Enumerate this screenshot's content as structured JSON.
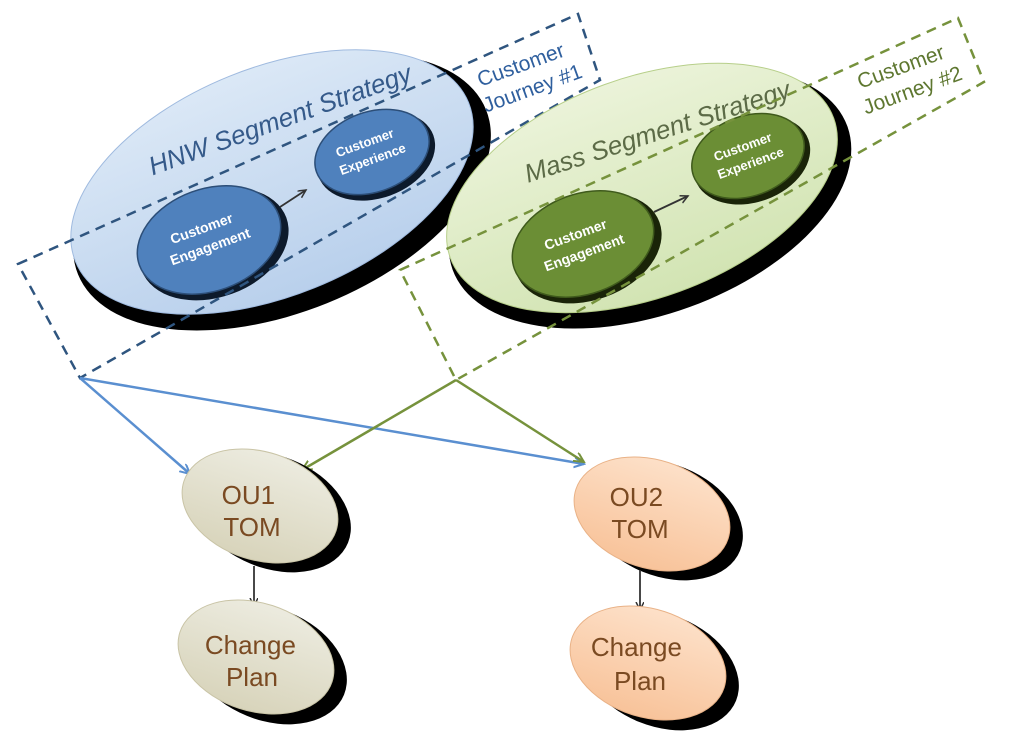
{
  "hnw": {
    "title": "HNW Segment Strategy",
    "engagement": [
      "Customer",
      "Engagement"
    ],
    "experience": [
      "Customer",
      "Experience"
    ],
    "journey": [
      "Customer",
      "Journey #1"
    ]
  },
  "mass": {
    "title": "Mass Segment Strategy",
    "engagement": [
      "Customer",
      "Engagement"
    ],
    "experience": [
      "Customer",
      "Experience"
    ],
    "journey": [
      "Customer",
      "Journey #2"
    ]
  },
  "ou1": {
    "tom": [
      "OU1",
      "TOM"
    ],
    "change": [
      "Change",
      "Plan"
    ]
  },
  "ou2": {
    "tom": [
      "OU2",
      "TOM"
    ],
    "change": [
      "Change",
      "Plan"
    ]
  },
  "colors": {
    "hnw_fill": "#c9dcf1",
    "hnw_inner": "#4f81bd",
    "hnw_dash": "#2f557f",
    "hnw_arrow": "#5a8fd0",
    "mass_fill": "#dfecc6",
    "mass_inner": "#6b8e35",
    "mass_dash": "#76923c",
    "ou1_fill": "#e2dfcc",
    "ou2_fill": "#fbd1b0",
    "node_text": "#7a4a22"
  }
}
